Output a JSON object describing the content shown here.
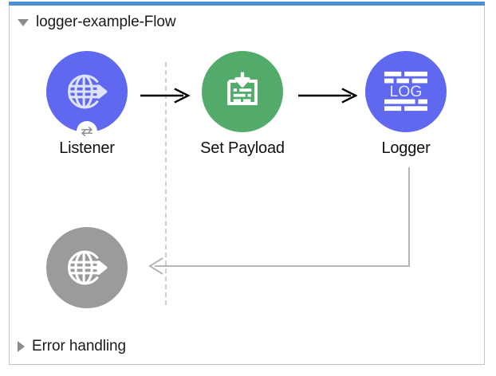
{
  "window": {
    "accent_color": "#4a90d9",
    "panel_border_color": "#c4c4c4",
    "background": "#ffffff"
  },
  "flow": {
    "header": {
      "label": "logger-example-Flow",
      "disclosure_icon": "triangle-down-icon",
      "expanded": true
    },
    "error_section": {
      "label": "Error handling",
      "disclosure_icon": "triangle-right-icon",
      "expanded": false
    },
    "source_separator": {
      "style": "dashed",
      "color": "#cfcfcf"
    },
    "nodes": [
      {
        "id": "listener",
        "label": "Listener",
        "icon": "globe-arrow-icon",
        "badge_icon": "exchange-arrows-icon",
        "color": "#5f68ef",
        "state": "enabled"
      },
      {
        "id": "set-payload",
        "label": "Set Payload",
        "icon": "document-download-icon",
        "color": "#52aa6b",
        "state": "enabled"
      },
      {
        "id": "logger",
        "label": "Logger",
        "icon": "log-lines-icon",
        "icon_text": "LOG",
        "color": "#5f68ef",
        "state": "enabled"
      },
      {
        "id": "error-listener",
        "label": "",
        "icon": "globe-arrow-icon",
        "color": "#9b9b9b",
        "state": "disabled"
      }
    ],
    "connectors": [
      {
        "id": "listener-to-setpayload",
        "from": "listener",
        "to": "set-payload",
        "color": "#000000",
        "style": "solid"
      },
      {
        "id": "setpayload-to-logger",
        "from": "set-payload",
        "to": "logger",
        "color": "#000000",
        "style": "solid"
      },
      {
        "id": "logger-to-error",
        "from": "logger",
        "to": "error-listener",
        "color": "#b5b5b5",
        "style": "solid"
      }
    ]
  }
}
